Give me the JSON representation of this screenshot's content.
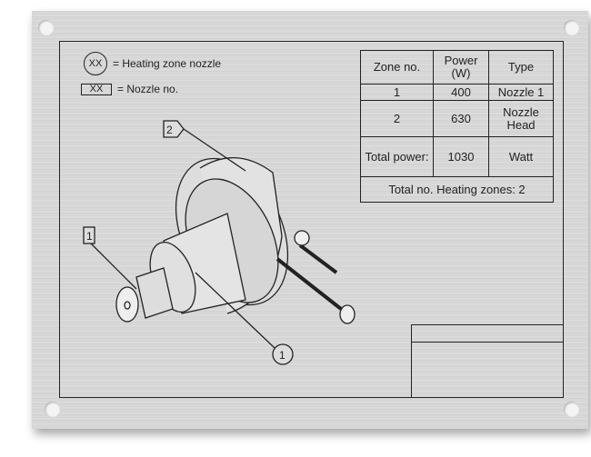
{
  "legend": {
    "circle_symbol": "XX",
    "circle_text": "= Heating zone nozzle",
    "box_symbol": "XX",
    "box_text": "= Nozzle no."
  },
  "table": {
    "headers": [
      "Zone no.",
      "Power (W)",
      "Type"
    ],
    "rows": [
      [
        "1",
        "400",
        "Nozzle 1"
      ],
      [
        "2",
        "630",
        "Nozzle Head"
      ]
    ],
    "total": {
      "label": "Total power:",
      "value": "1030",
      "unit": "Watt"
    },
    "footer": "Total no. Heating zones: 2"
  },
  "callouts": {
    "nozzle_box_1": "1",
    "nozzle_box_2": "2",
    "zone_circle_1": "1"
  }
}
